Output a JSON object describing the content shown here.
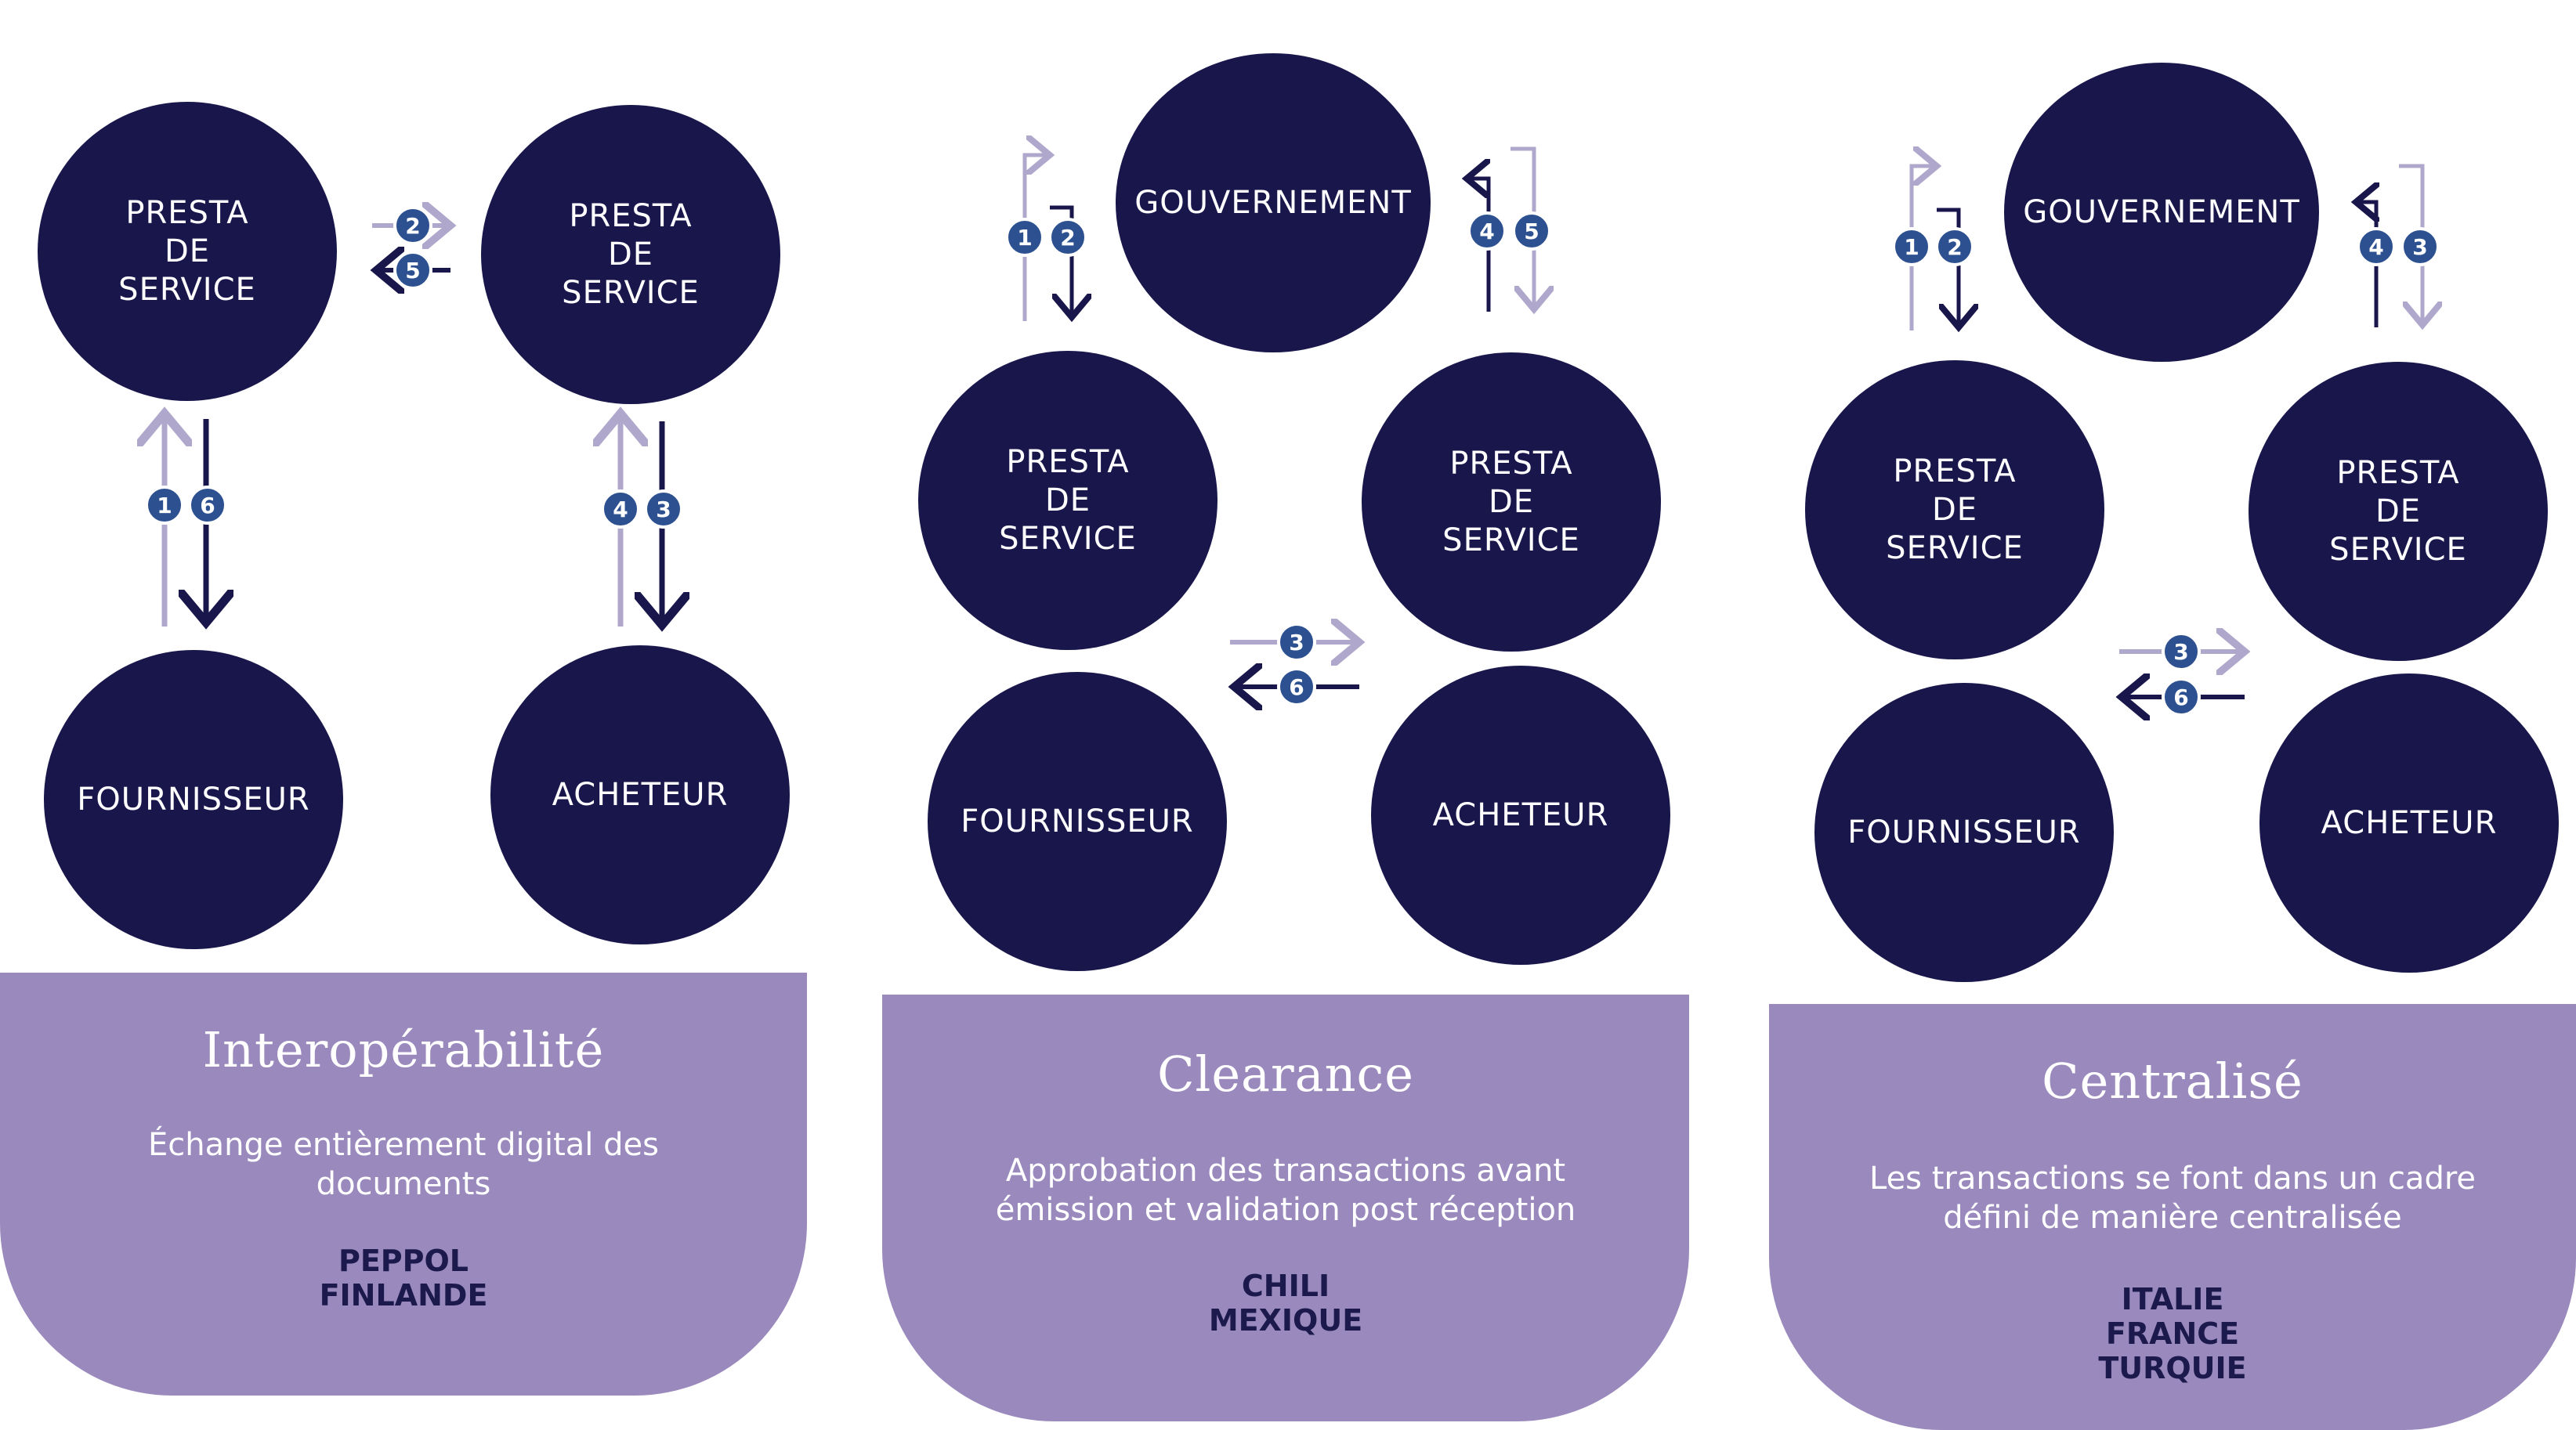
{
  "colors": {
    "node": "#18164a",
    "card": "#9a89bd",
    "badge": "#2d5190",
    "arrow_dark": "#18164a",
    "arrow_light": "#b0a8cc"
  },
  "panels": [
    {
      "card": {
        "title": "Interopérabilité",
        "description": "Échange entièrement digital des documents",
        "tags": [
          "PEPPOL",
          "FINLANDE"
        ]
      },
      "nodes": {
        "provider_left": "PRESTA\nDE\nSERVICE",
        "provider_right": "PRESTA\nDE\nSERVICE",
        "supplier": "FOURNISSEUR",
        "buyer": "ACHETEUR"
      },
      "badges": [
        "2",
        "5",
        "1",
        "6",
        "4",
        "3"
      ]
    },
    {
      "card": {
        "title": "Clearance",
        "description": "Approbation des transactions avant émission et validation post réception",
        "tags": [
          "CHILI",
          "MEXIQUE"
        ]
      },
      "nodes": {
        "government": "GOUVERNEMENT",
        "provider_left": "PRESTA\nDE\nSERVICE",
        "provider_right": "PRESTA\nDE\nSERVICE",
        "supplier": "FOURNISSEUR",
        "buyer": "ACHETEUR"
      },
      "badges": [
        "1",
        "2",
        "4",
        "5",
        "3",
        "6"
      ]
    },
    {
      "card": {
        "title": "Centralisé",
        "description": "Les transactions se font dans un cadre défini de manière centralisée",
        "tags": [
          "ITALIE",
          "FRANCE",
          "TURQUIE"
        ]
      },
      "nodes": {
        "government": "GOUVERNEMENT",
        "provider_left": "PRESTA\nDE\nSERVICE",
        "provider_right": "PRESTA\nDE\nSERVICE",
        "supplier": "FOURNISSEUR",
        "buyer": "ACHETEUR"
      },
      "badges": [
        "1",
        "2",
        "4",
        "3",
        "3",
        "6"
      ]
    }
  ]
}
